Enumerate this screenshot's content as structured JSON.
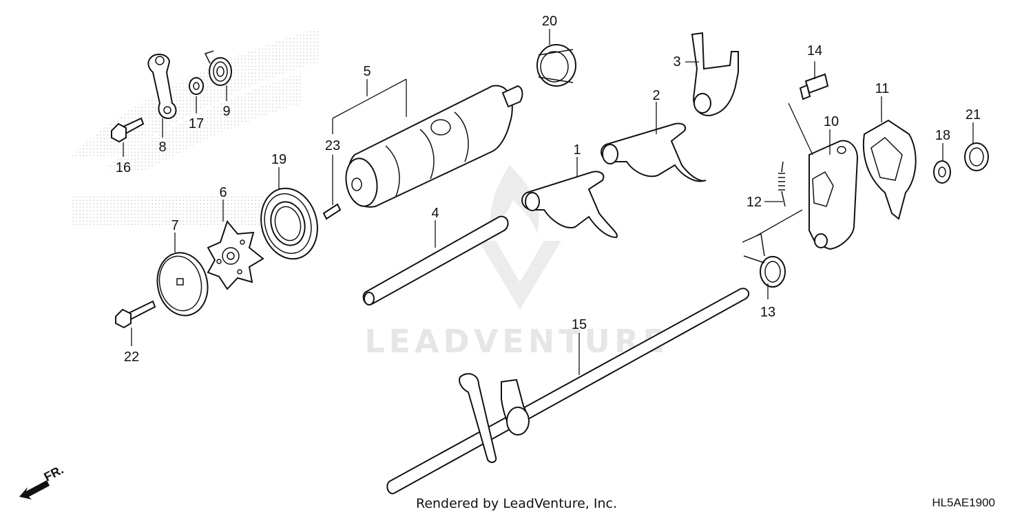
{
  "diagram": {
    "watermark_text": "LEADVENTURE",
    "credit_text": "Rendered by LeadVenture, Inc.",
    "diagram_code": "HL5AE1900",
    "direction_label": "FR.",
    "callouts": {
      "p1": "1",
      "p2": "2",
      "p3": "3",
      "p4": "4",
      "p5": "5",
      "p6": "6",
      "p7": "7",
      "p8": "8",
      "p9": "9",
      "p10": "10",
      "p11": "11",
      "p12": "12",
      "p13": "13",
      "p14": "14",
      "p15": "15",
      "p16": "16",
      "p17": "17",
      "p18": "18",
      "p19": "19",
      "p20": "20",
      "p21": "21",
      "p22": "22",
      "p23": "23"
    }
  }
}
